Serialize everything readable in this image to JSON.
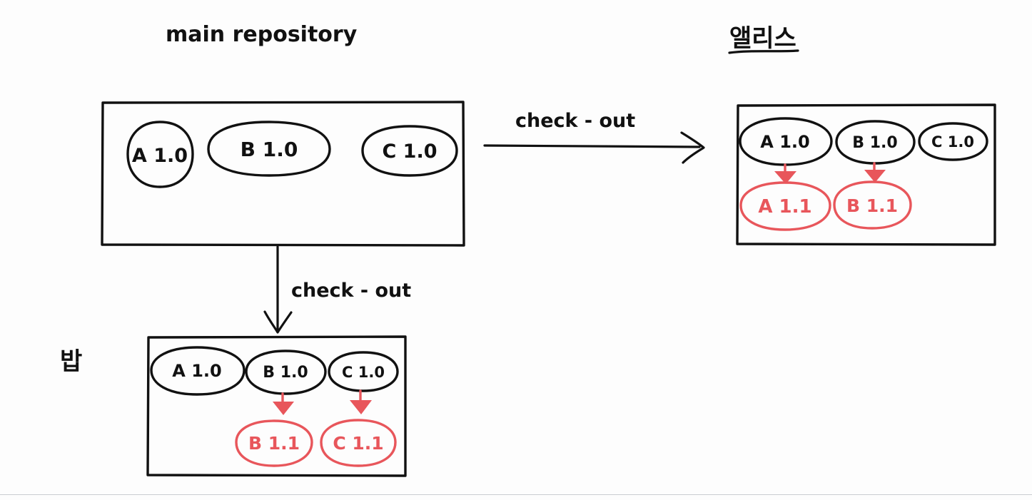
{
  "page": {
    "title": "Version control check-out diagram",
    "background_color": "#fdfdfd",
    "ink_color": "#111111",
    "accent_color": "#e8565b",
    "rule_color": "#c9ccd1"
  },
  "labels": {
    "main_repository": "main repository",
    "alice": "앨리스",
    "bob": "밥",
    "checkout_horizontal": "check - out",
    "checkout_vertical": "check - out"
  },
  "boxes": {
    "main_repository": {
      "name": "main repository",
      "items": [
        {
          "label": "A 1.0",
          "color": "#111111",
          "shape": "circle"
        },
        {
          "label": "B 1.0",
          "color": "#111111",
          "shape": "ellipse-wide"
        },
        {
          "label": "C 1.0",
          "color": "#111111",
          "shape": "ellipse"
        }
      ]
    },
    "alice": {
      "name": "앨리스",
      "base_items": [
        {
          "label": "A 1.0",
          "color": "#111111"
        },
        {
          "label": "B 1.0",
          "color": "#111111"
        },
        {
          "label": "C 1.0",
          "color": "#111111"
        }
      ],
      "modified_items": [
        {
          "label": "A 1.1",
          "color": "#e8565b",
          "from": "A 1.0"
        },
        {
          "label": "B 1.1",
          "color": "#e8565b",
          "from": "B 1.0"
        }
      ]
    },
    "bob": {
      "name": "밥",
      "base_items": [
        {
          "label": "A 1.0",
          "color": "#111111"
        },
        {
          "label": "B 1.0",
          "color": "#111111"
        },
        {
          "label": "C 1.0",
          "color": "#111111"
        }
      ],
      "modified_items": [
        {
          "label": "B 1.1",
          "color": "#e8565b",
          "from": "B 1.0"
        },
        {
          "label": "C 1.1",
          "color": "#e8565b",
          "from": "C 1.0"
        }
      ]
    }
  },
  "arrows": [
    {
      "name": "checkout-to-alice",
      "label": "check - out",
      "direction": "right"
    },
    {
      "name": "checkout-to-bob",
      "label": "check - out",
      "direction": "down"
    },
    {
      "name": "alice-a-revision",
      "label": "",
      "direction": "down",
      "color": "#e8565b"
    },
    {
      "name": "alice-b-revision",
      "label": "",
      "direction": "down",
      "color": "#e8565b"
    },
    {
      "name": "bob-b-revision",
      "label": "",
      "direction": "down",
      "color": "#e8565b"
    },
    {
      "name": "bob-c-revision",
      "label": "",
      "direction": "down",
      "color": "#e8565b"
    }
  ]
}
